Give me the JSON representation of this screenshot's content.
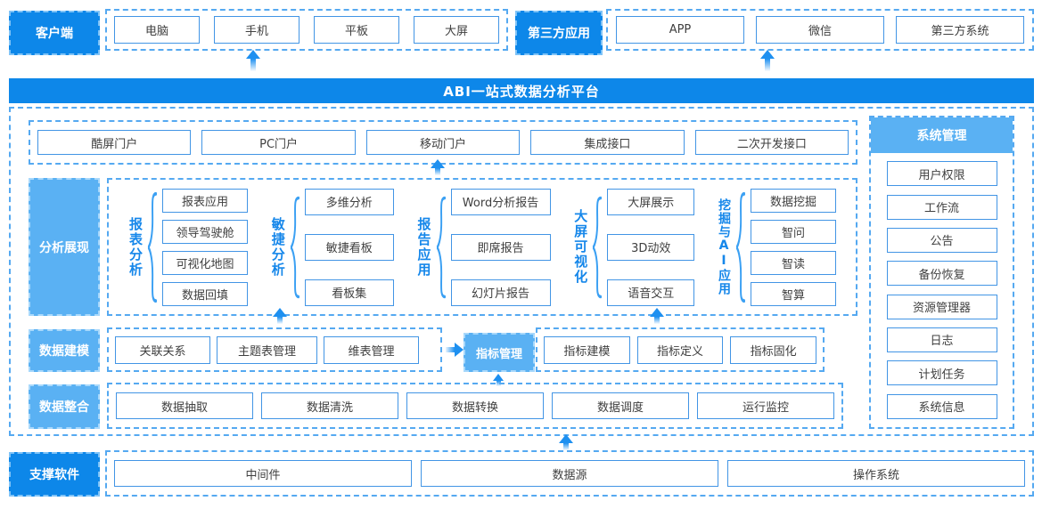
{
  "top": {
    "client": {
      "label": "客户端",
      "items": [
        "电脑",
        "手机",
        "平板",
        "大屏"
      ]
    },
    "third_party": {
      "label": "第三方应用",
      "items": [
        "APP",
        "微信",
        "第三方系统"
      ]
    }
  },
  "banner": {
    "title": "ABI一站式数据分析平台"
  },
  "portals": [
    "酷屏门户",
    "PC门户",
    "移动门户",
    "集成接口",
    "二次开发接口"
  ],
  "analysis": {
    "label": "分析展现",
    "groups": [
      {
        "name": "报表分析",
        "items": [
          "报表应用",
          "领导驾驶舱",
          "可视化地图",
          "数据回填"
        ]
      },
      {
        "name": "敏捷分析",
        "items": [
          "多维分析",
          "敏捷看板",
          "看板集"
        ]
      },
      {
        "name": "报告应用",
        "items": [
          "Word分析报告",
          "即席报告",
          "幻灯片报告"
        ]
      },
      {
        "name": "大屏可视化",
        "items": [
          "大屏展示",
          "3D动效",
          "语音交互"
        ]
      },
      {
        "name": "挖掘与AI应用",
        "items": [
          "数据挖掘",
          "智问",
          "智读",
          "智算"
        ]
      }
    ]
  },
  "modeling": {
    "label": "数据建模",
    "items": [
      "关联关系",
      "主题表管理",
      "维表管理"
    ],
    "indicator_hub": "指标管理",
    "indicator_items": [
      "指标建模",
      "指标定义",
      "指标固化"
    ]
  },
  "integration": {
    "label": "数据整合",
    "items": [
      "数据抽取",
      "数据清洗",
      "数据转换",
      "数据调度",
      "运行监控"
    ]
  },
  "system": {
    "label": "系统管理",
    "items": [
      "用户权限",
      "工作流",
      "公告",
      "备份恢复",
      "资源管理器",
      "日志",
      "计划任务",
      "系统信息"
    ]
  },
  "support": {
    "label": "支撑软件",
    "items": [
      "中间件",
      "数据源",
      "操作系统"
    ]
  },
  "colors": {
    "primary": "#0d87e9",
    "light_blue": "#5ab1f3",
    "dash_border": "#55a9f1",
    "box_border": "#4295e5",
    "arrow": "#1e90f0",
    "group_label": "#1687ea"
  }
}
